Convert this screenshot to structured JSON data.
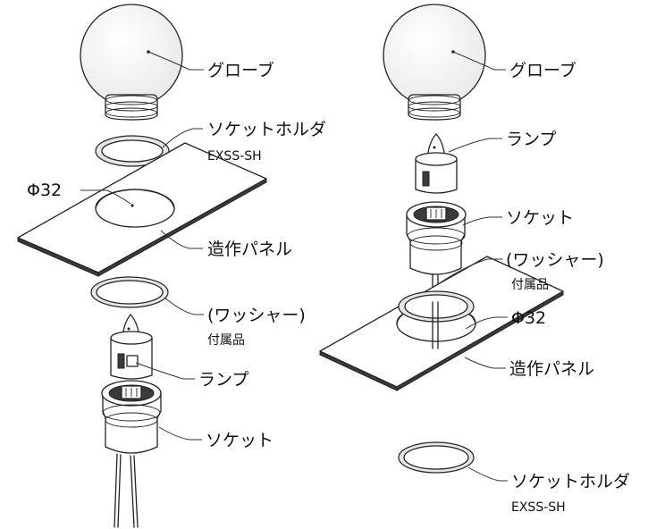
{
  "left": {
    "globe": "グローブ",
    "socket_holder": "ソケットホルダ",
    "socket_holder_model": "EXSS-SH",
    "hole_diameter": "Φ32",
    "panel": "造作パネル",
    "washer": "(ワッシャー)",
    "washer_note": "付属品",
    "lamp": "ランプ",
    "socket": "ソケット"
  },
  "right": {
    "globe": "グローブ",
    "lamp": "ランプ",
    "socket": "ソケット",
    "washer": "(ワッシャー)",
    "washer_note": "付属品",
    "hole_diameter": "Φ32",
    "panel": "造作パネル",
    "socket_holder": "ソケットホルダ",
    "socket_holder_model": "EXSS-SH"
  }
}
